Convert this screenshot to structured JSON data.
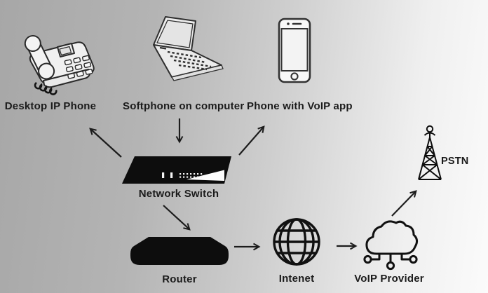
{
  "colors": {
    "ink": "#1c1c1c",
    "label_text": "#1b1b1b",
    "background_left": "#a7a7a7",
    "background_right": "#fbfbfb",
    "device_fill": "#0d0d0d",
    "sketch_fill": "#efefef"
  },
  "nodes": {
    "desktop_phone": {
      "label": "Desktop IP Phone",
      "icon": "desk-phone-icon"
    },
    "softphone": {
      "label": "Softphone on computer",
      "icon": "laptop-icon"
    },
    "voip_phone": {
      "label": "Phone with VoIP app",
      "icon": "smartphone-icon"
    },
    "network_switch": {
      "label": "Network Switch",
      "icon": "network-switch-icon"
    },
    "router": {
      "label": "Router",
      "icon": "router-icon"
    },
    "internet": {
      "label": "Intenet",
      "icon": "globe-icon"
    },
    "voip_provider": {
      "label": "VoIP Provider",
      "icon": "cloud-network-icon"
    },
    "pstn": {
      "label": "PSTN",
      "icon": "radio-tower-icon"
    }
  },
  "connections": [
    {
      "from": "network_switch",
      "to": "desktop_phone"
    },
    {
      "from": "softphone",
      "to": "network_switch"
    },
    {
      "from": "network_switch",
      "to": "voip_phone"
    },
    {
      "from": "network_switch",
      "to": "router"
    },
    {
      "from": "router",
      "to": "internet"
    },
    {
      "from": "internet",
      "to": "voip_provider"
    },
    {
      "from": "voip_provider",
      "to": "pstn"
    }
  ]
}
